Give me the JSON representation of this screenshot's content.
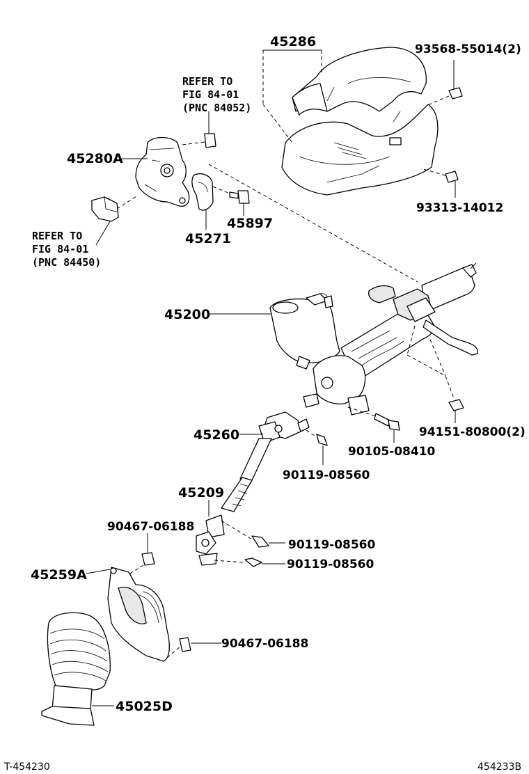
{
  "callouts": {
    "p45286": "45286",
    "p93568": "93568-55014(2)",
    "p93313": "93313-14012",
    "p45280A": "45280A",
    "p45897": "45897",
    "p45271": "45271",
    "p45200": "45200",
    "p94151": "94151-80800(2)",
    "p90105": "90105-08410",
    "p45260": "45260",
    "p90119a": "90119-08560",
    "p45209": "45209",
    "p90467a": "90467-06188",
    "p90119b": "90119-08560",
    "p90119c": "90119-08560",
    "p45259A": "45259A",
    "p90467b": "90467-06188",
    "p45025D": "45025D"
  },
  "references": {
    "ref1": [
      "REFER TO",
      "FIG 84-01",
      "(PNC 84052)"
    ],
    "ref2": [
      "REFER TO",
      "FIG 84-01",
      "(PNC 84450)"
    ]
  },
  "footer": {
    "left": "T-454230",
    "right": "454233B"
  }
}
